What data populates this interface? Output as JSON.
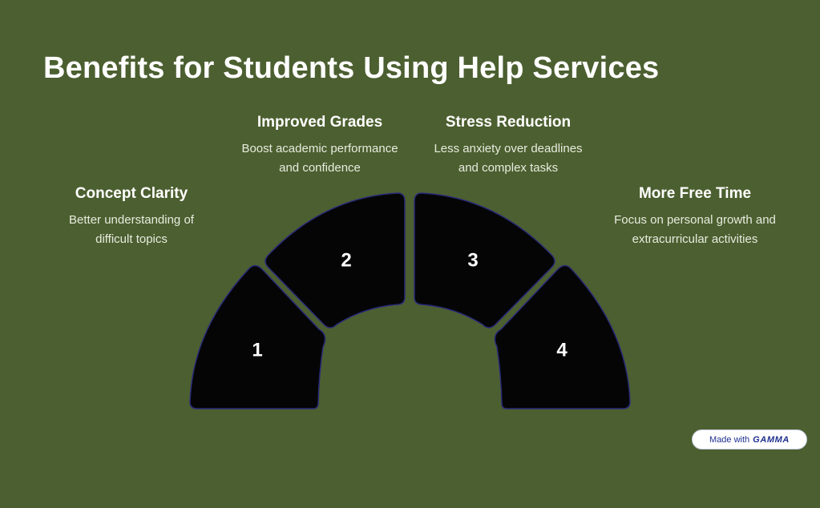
{
  "title": "Benefits for Students Using Help Services",
  "segments": [
    {
      "number": "1",
      "title": "Concept Clarity",
      "desc_lines": [
        "Better understanding of",
        "difficult topics"
      ]
    },
    {
      "number": "2",
      "title": "Improved Grades",
      "desc_lines": [
        "Boost academic performance",
        "and confidence"
      ]
    },
    {
      "number": "3",
      "title": "Stress Reduction",
      "desc_lines": [
        "Less anxiety over deadlines",
        "and complex tasks"
      ]
    },
    {
      "number": "4",
      "title": "More Free Time",
      "desc_lines": [
        "Focus on personal growth and",
        "extracurricular activities"
      ]
    }
  ],
  "badge": {
    "prefix": "Made with",
    "brand": "GAMMA"
  },
  "colors": {
    "background": "#4c5f30",
    "segment_fill": "#050505",
    "segment_stroke": "#2a2a7a",
    "text": "#ffffff"
  }
}
